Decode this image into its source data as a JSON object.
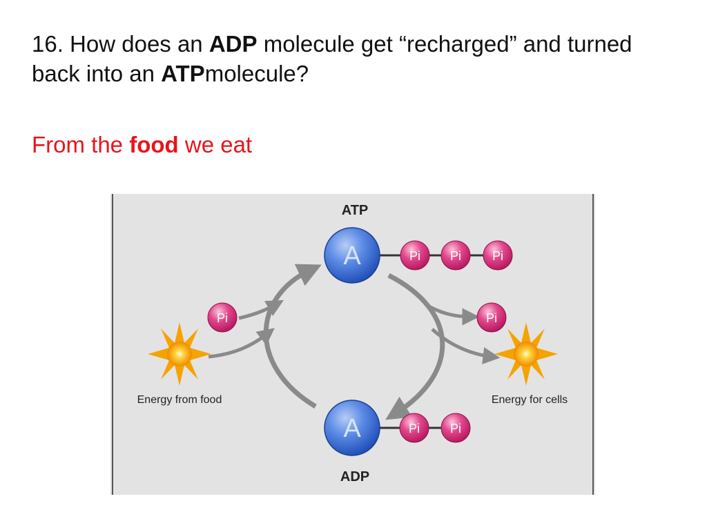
{
  "question": {
    "number": "16.",
    "part1": "How does an",
    "adp": "ADP",
    "part2": "molecule get “recharged” and turned back into an",
    "atp": "ATP",
    "part3": "molecule?"
  },
  "answer": {
    "part1": "From the",
    "food": "food",
    "part2": "we eat"
  },
  "diagram": {
    "top_label": "ATP",
    "bottom_label": "ADP",
    "adenosine": "A",
    "phosphate": "Pi",
    "left_label": "Energy from food",
    "right_label": "Energy for cells",
    "colors": {
      "background": "#e3e3e3",
      "adenosine": "#3b6fd6",
      "phosphate": "#d8307a",
      "arrow": "#8a8a8a",
      "sun": "#f5a300"
    }
  }
}
